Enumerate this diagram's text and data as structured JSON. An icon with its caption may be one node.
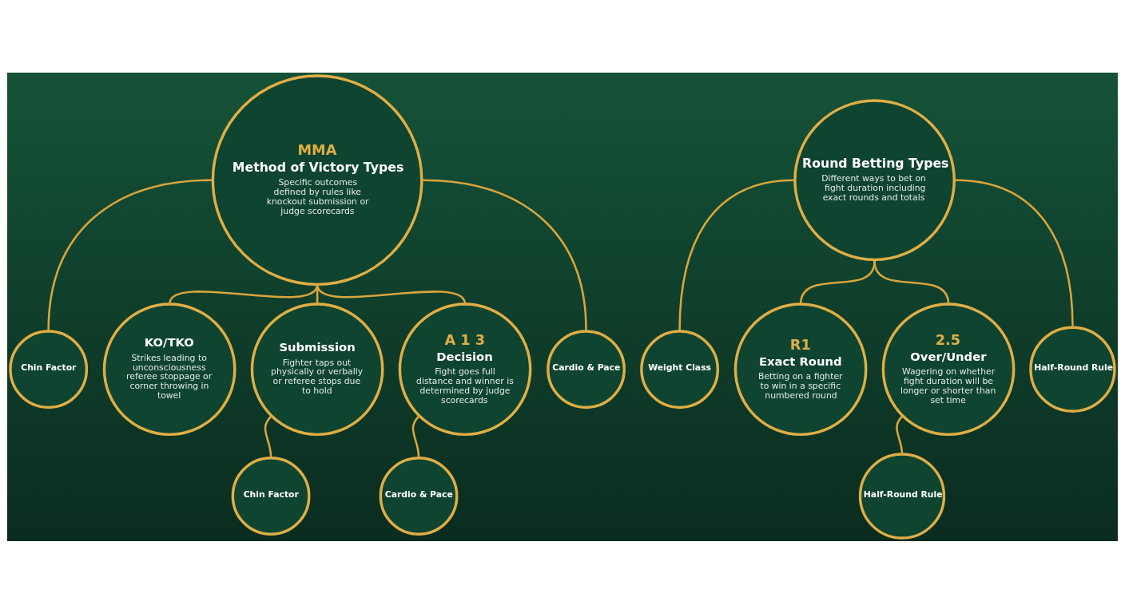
{
  "diagram": {
    "nodes": [
      {
        "text": [
          "MMA",
          "Method of Victory Types",
          "Specific outcomes defined by rules like knockout submission or judge scorecards"
        ]
      },
      {
        "text": [
          "Chin Factor"
        ]
      },
      {
        "text": [
          "Cardio & Pace"
        ]
      },
      {
        "text": [
          "KO/TKO",
          "Strikes leading to unconsciousness referee stoppage or corner throwing in towel"
        ]
      },
      {
        "text": [
          "Submission",
          "Fighter taps out physically or verbally or referee stops due to hold"
        ]
      },
      {
        "text": [
          "A 1 3",
          "Decision",
          "Fight goes full distance and winner is determined by judge scorecards"
        ]
      },
      {
        "text": [
          "Chin Factor"
        ]
      },
      {
        "text": [
          "Cardio & Pace"
        ]
      },
      {
        "text": [
          "Round Betting Types",
          "Different ways to bet on fight duration including exact rounds and totals"
        ]
      },
      {
        "text": [
          "Weight Class"
        ]
      },
      {
        "text": [
          "Half-Round Rule"
        ]
      },
      {
        "text": [
          "R1",
          "Exact Round",
          "Betting on a fighter to win in a specific numbered round"
        ]
      },
      {
        "text": [
          "2.5",
          "Over/Under",
          "Wagering on whether fight duration will be longer or shorter than set time"
        ]
      },
      {
        "text": [
          "Half-Round Rule"
        ]
      }
    ],
    "edges": [
      {
        "from": 0,
        "to": 1,
        "arrow": "none"
      },
      {
        "from": 0,
        "to": 3,
        "arrow": "none"
      },
      {
        "from": 0,
        "to": 4,
        "arrow": "none"
      },
      {
        "from": 0,
        "to": 5,
        "arrow": "none"
      },
      {
        "from": 0,
        "to": 2,
        "arrow": "none"
      },
      {
        "from": 4,
        "to": 6,
        "arrow": "none"
      },
      {
        "from": 5,
        "to": 7,
        "arrow": "none"
      },
      {
        "from": 8,
        "to": 9,
        "arrow": "none"
      },
      {
        "from": 8,
        "to": 11,
        "arrow": "none"
      },
      {
        "from": 8,
        "to": 12,
        "arrow": "none"
      },
      {
        "from": 8,
        "to": 10,
        "arrow": "none"
      },
      {
        "from": 12,
        "to": 13,
        "arrow": "none"
      }
    ]
  }
}
